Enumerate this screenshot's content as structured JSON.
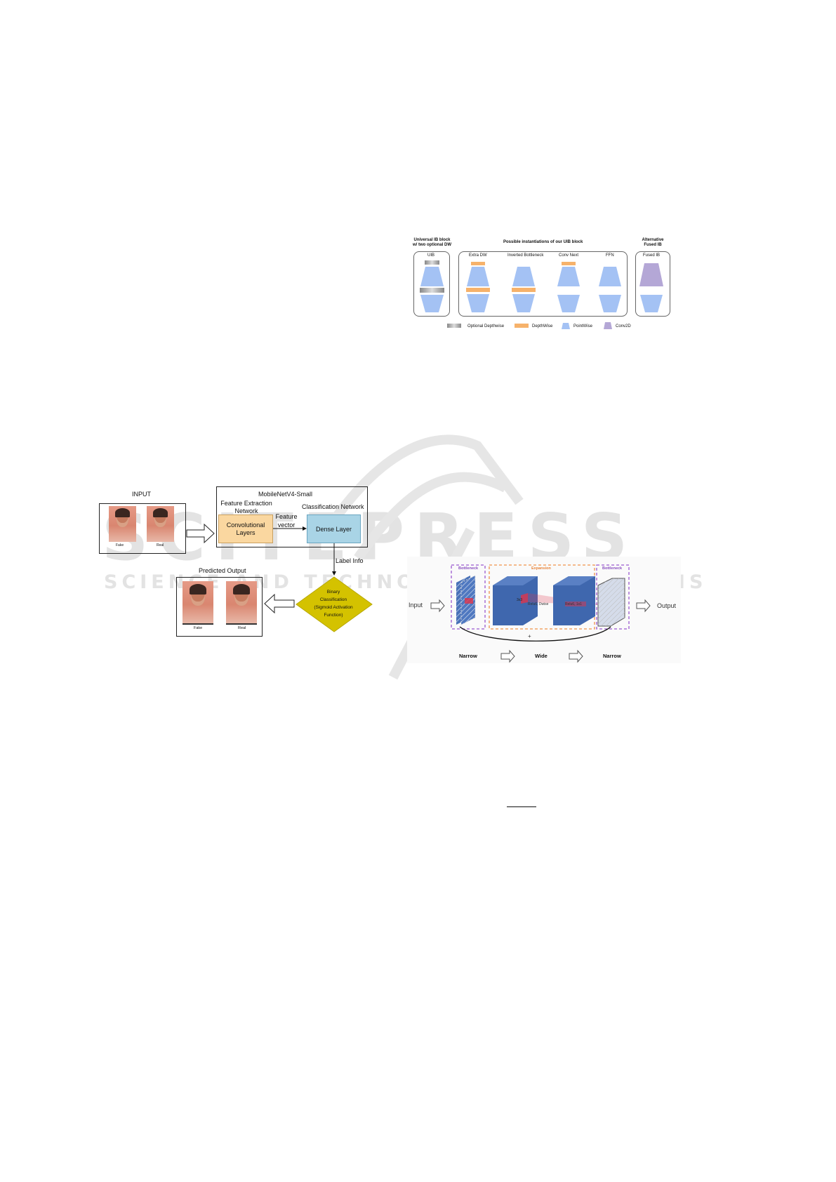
{
  "watermark": {
    "logo": "SCITEPRESS",
    "subtitle": "SCIENCE AND TECHNOLOGY PUBLICATIONS"
  },
  "uib_figure": {
    "title_left": [
      "Universal IB block",
      "w/ two optional DW"
    ],
    "title_middle": "Possible instantiations of our UIB block",
    "title_right": [
      "Alternative",
      "Fused IB"
    ],
    "blocks": [
      "UIB",
      "Extra DW",
      "Inverted Bottleneck",
      "Conv Next",
      "FFN",
      "Fused IB"
    ],
    "legend": [
      "Optional Depthwise",
      "DepthWise",
      "PointWise",
      "Conv2D"
    ],
    "colors": {
      "pointwise": "#a4c2f4",
      "depthwise": "#f6b26b",
      "conv2d": "#b4a7d6",
      "optional": "#9e9e9e"
    }
  },
  "flowchart": {
    "input_label": "INPUT",
    "input_captions": [
      "Fake",
      "Real"
    ],
    "model_title": "MobileNetV4-Small",
    "feature_extraction": "Feature Extraction Network",
    "classification_network": "Classification Network",
    "conv_layers": "Convolutional Layers",
    "feature_vector": "Feature vector",
    "dense_layer": "Dense Layer",
    "label_info": "Label Info",
    "binary": [
      "Binary",
      "Classification",
      "(Sigmoid Activation",
      "Function)"
    ],
    "predicted_output": "Predicted Output",
    "output_captions": [
      "Fake",
      "Real"
    ]
  },
  "bottleneck_figure": {
    "input": "Input",
    "output": "Output",
    "bottleneck_left": "Bottleneck",
    "expansion": "Expansion",
    "bottleneck_right": "Bottleneck",
    "kernel": "3x3",
    "dwise": "Relu6, Dwise",
    "pw": "Relu6, 1x1",
    "plus": "+",
    "stages": [
      "Narrow",
      "Wide",
      "Narrow"
    ]
  }
}
